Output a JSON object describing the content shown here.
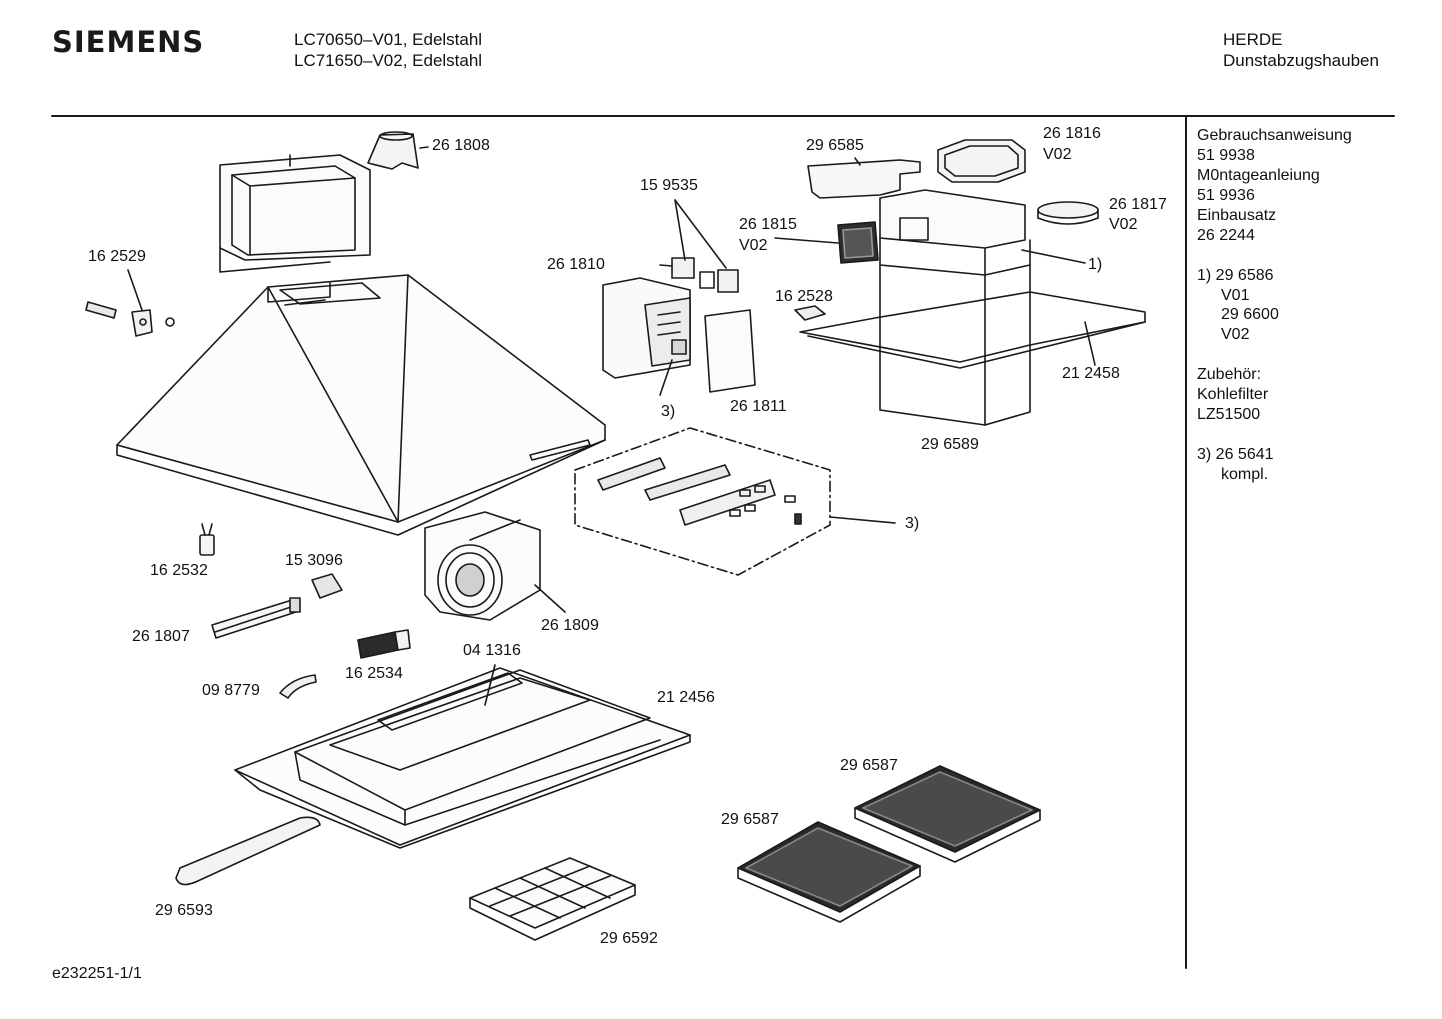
{
  "header": {
    "brand": "SIEMENS",
    "models": [
      "LC70650–V01, Edelstahl",
      "LC71650–V02, Edelstahl"
    ],
    "category": "HERDE",
    "subcategory": "Dunstabzugshauben"
  },
  "parts": {
    "p1": "26 1808",
    "p2": "29 6585",
    "p3": "26 1816",
    "p3v": "V02",
    "p4": "15 9535",
    "p5": "26 1817",
    "p5v": "V02",
    "p6": "26 1815",
    "p6v": "V02",
    "p7": "1)",
    "p8": "16 2529",
    "p9": "26 1810",
    "p10": "16 2528",
    "p11": "21 2458",
    "p12": "3)",
    "p13": "26 1811",
    "p14": "29 6589",
    "p15": "3)",
    "p16": "16 2532",
    "p17": "15 3096",
    "p18": "26 1807",
    "p19": "26 1809",
    "p20": "16 2534",
    "p21": "04 1316",
    "p22": "09 8779",
    "p23": "21 2456",
    "p24": "29 6587",
    "p25": "29 6587",
    "p26": "29 6593",
    "p27": "29 6592"
  },
  "sidebar": {
    "docs": [
      "Gebrauchsanweisung",
      "51 9938",
      "M0ntageanleiung",
      "51 9936",
      "Einbausatz",
      "26 2244"
    ],
    "note1": [
      "1) 29 6586",
      "V01",
      "29 6600",
      "V02"
    ],
    "accessories": [
      "Zubehör:",
      "Kohlefilter",
      "LZ51500"
    ],
    "note3": [
      "3) 26 5641",
      "kompl."
    ]
  },
  "footer": {
    "ref": "e232251-1/1"
  }
}
